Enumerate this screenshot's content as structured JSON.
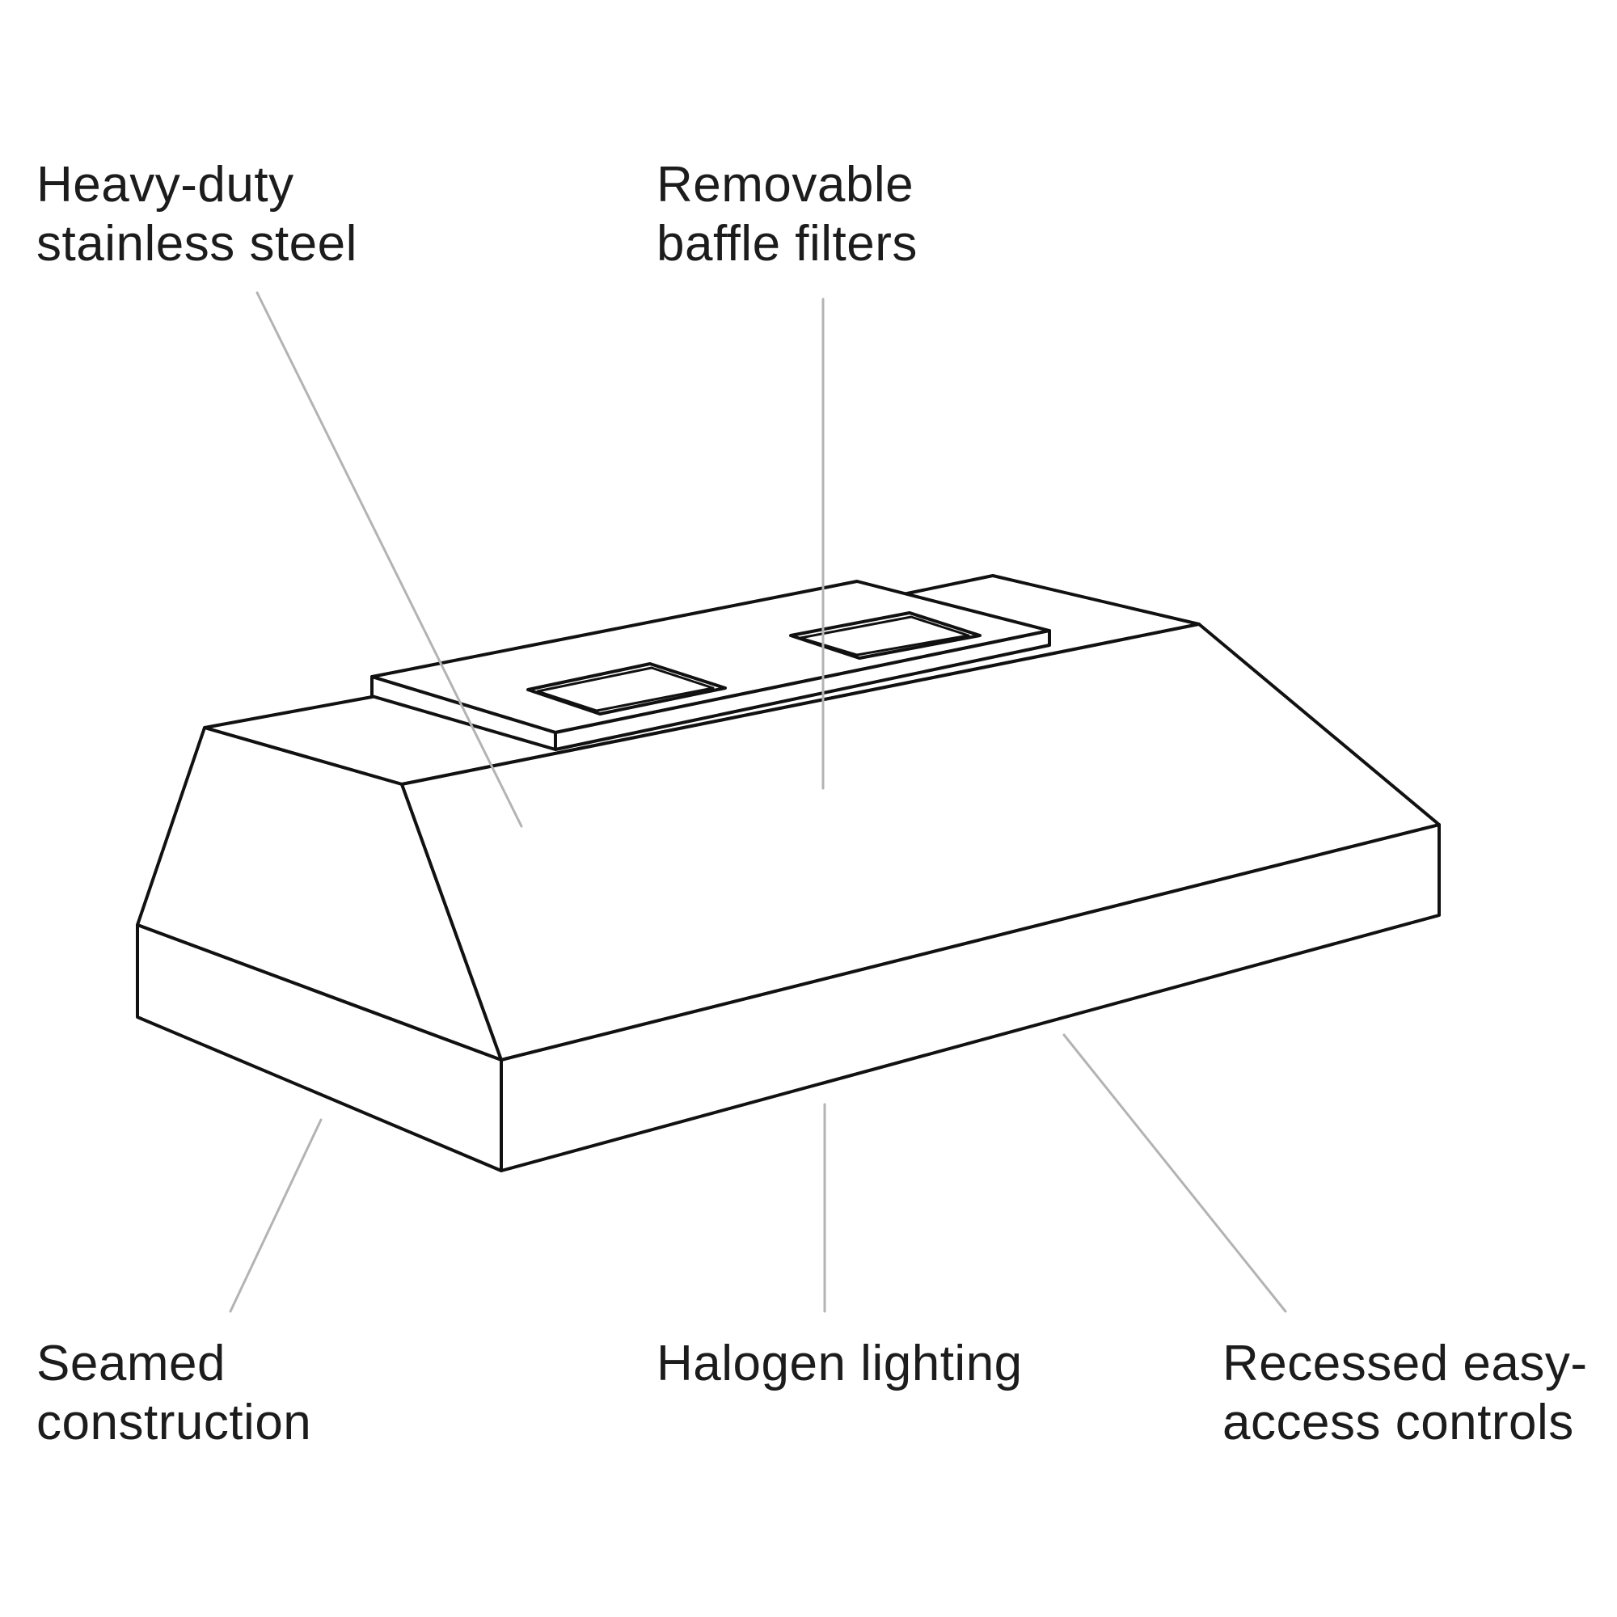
{
  "callouts": {
    "steel": {
      "line1": "Heavy-duty",
      "line2": "stainless steel"
    },
    "filters": {
      "line1": "Removable",
      "line2": "baffle filters"
    },
    "seamed": {
      "line1": "Seamed",
      "line2": "construction"
    },
    "halogen": {
      "line1": "Halogen lighting"
    },
    "controls": {
      "line1": "Recessed easy-",
      "line2": "access controls"
    }
  },
  "colors": {
    "outline": "#111111",
    "leader": "#b3b3b3",
    "background": "#ffffff",
    "text": "#1c1c1c"
  }
}
